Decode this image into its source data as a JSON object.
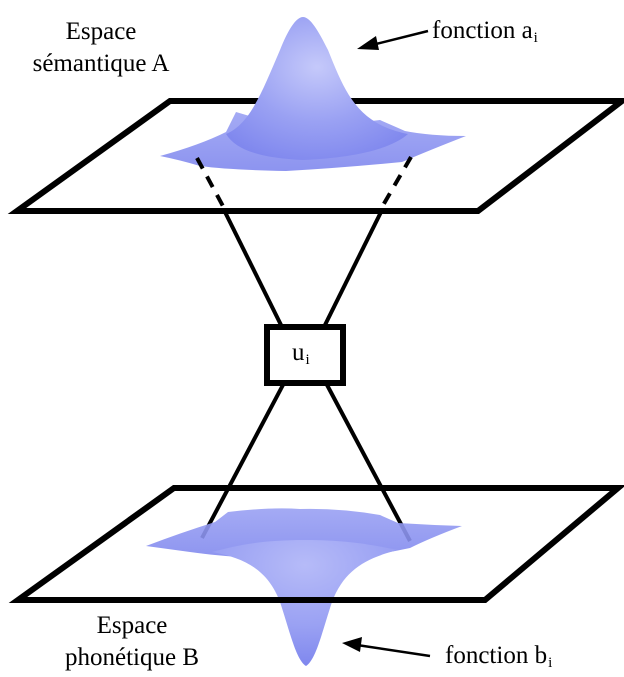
{
  "labels": {
    "space_a_line1": "Espace",
    "space_a_line2": "sémantique A",
    "function_a": "fonction a",
    "function_a_sub": "i",
    "node_main": "u",
    "node_sub": "i",
    "space_b_line1": "Espace",
    "space_b_line2": "phonétique B",
    "function_b": "fonction b",
    "function_b_sub": "i"
  },
  "colors": {
    "surface": "#7f87ee",
    "surface_light": "#c5c9fa",
    "line": "#000000"
  }
}
